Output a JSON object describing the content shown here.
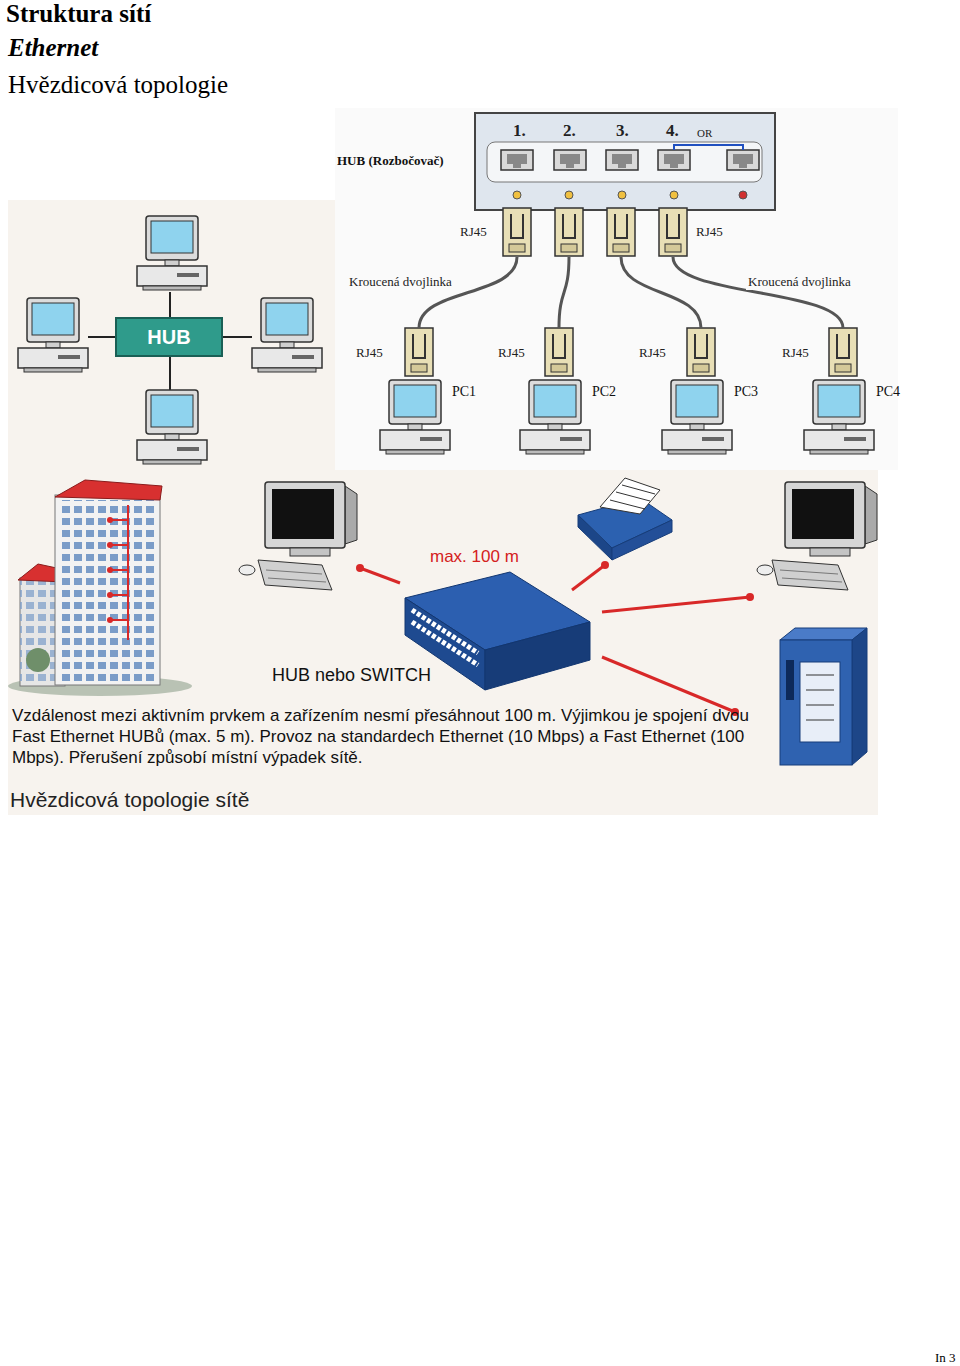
{
  "diagram": {
    "title": "Struktura sítí",
    "caption": "Hvězdicová topologie sítě",
    "nodes": [
      {
        "text": [
          "HUB (Rozbočovač)"
        ]
      },
      {
        "text": [
          "PC1"
        ]
      },
      {
        "text": [
          "PC2"
        ]
      },
      {
        "text": [
          "PC3"
        ]
      },
      {
        "text": [
          "PC4"
        ]
      },
      {
        "text": [
          "HUB"
        ]
      },
      {
        "text": [
          "HUB nebo SWITCH"
        ]
      }
    ],
    "edges": [
      {
        "from": 0,
        "to": 1,
        "arrow": "none"
      },
      {
        "from": 0,
        "to": 2,
        "arrow": "none"
      },
      {
        "from": 0,
        "to": 3,
        "arrow": "none"
      },
      {
        "from": 0,
        "to": 4,
        "arrow": "none"
      }
    ],
    "labels": [
      "Ethernet",
      "Hvězdicová topologie",
      "1.",
      "2.",
      "3.",
      "4.",
      "OR",
      "RJ45",
      "RJ45",
      "Kroucená dvojlinka",
      "Kroucená dvojlinka",
      "RJ45",
      "RJ45",
      "RJ45",
      "RJ45",
      "max. 100 m",
      "Vzdálenost mezi aktivním prvkem a zařízením nesmí přesáhnout 100 m. Výjimkou je spojení dvou Fast Ethernet HUBů (max. 5 m). Provoz na standardech Ethernet (10 Mbps) a Fast Ethernet (100 Mbps). Přerušení způsobí místní výpadek sítě.",
      "In 3"
    ]
  }
}
